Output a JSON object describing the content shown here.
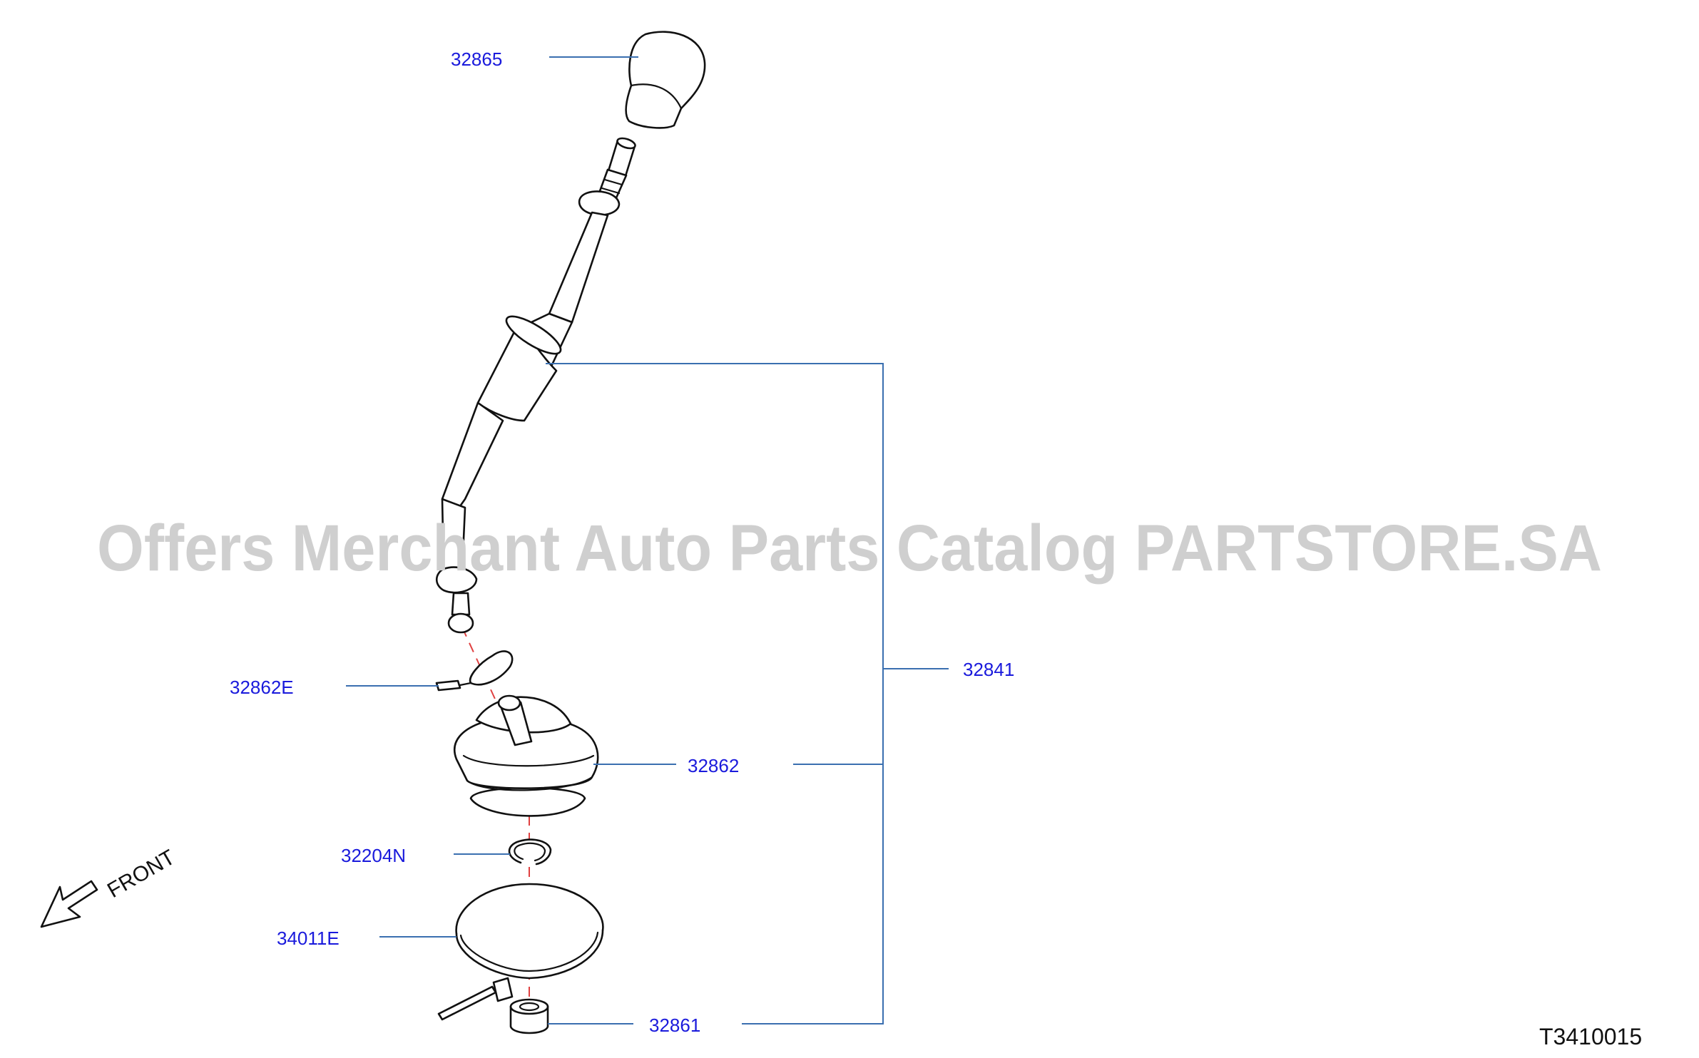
{
  "watermark": "Offers Merchant Auto Parts Catalog PARTSTORE.SA",
  "diagram_code": "T3410015",
  "orientation_label": "FRONT",
  "callouts": {
    "shift_knob": "32865",
    "control_lever_assembly": "32841",
    "boot_band_clip": "32862E",
    "lever_boot": "32862",
    "snap_ring": "32204N",
    "cable_tie_band": "34011E",
    "bushing": "32861"
  },
  "colors": {
    "label_text": "#1a1adc",
    "leader_line": "#3a6fb0",
    "center_axis": "#e04040",
    "outline": "#111111",
    "watermark": "#cfcfcf"
  }
}
